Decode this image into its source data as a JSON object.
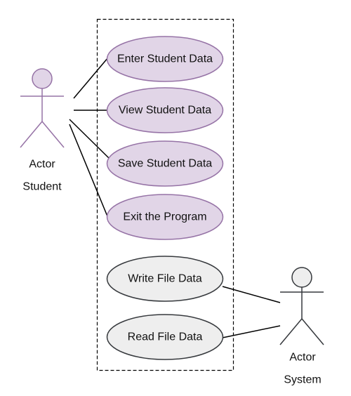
{
  "diagram": {
    "colors": {
      "student_usecase_fill": "#e1d5e7",
      "student_usecase_stroke": "#9673a6",
      "system_usecase_fill": "#eeeeee",
      "system_usecase_stroke": "#36393d",
      "student_actor_fill": "#e1d5e7",
      "student_actor_stroke": "#9673a6",
      "system_actor_fill": "#eeeeee",
      "system_actor_stroke": "#36393d",
      "line": "#000000",
      "boundary": "#000000"
    },
    "actors": {
      "student": {
        "role": "Actor",
        "name": "Student"
      },
      "system": {
        "role": "Actor",
        "name": "System"
      }
    },
    "use_cases": {
      "enter": "Enter Student Data",
      "view": "View Student Data",
      "save": "Save Student Data",
      "exit": "Exit the Program",
      "write": "Write File Data",
      "read": "Read File Data"
    }
  }
}
